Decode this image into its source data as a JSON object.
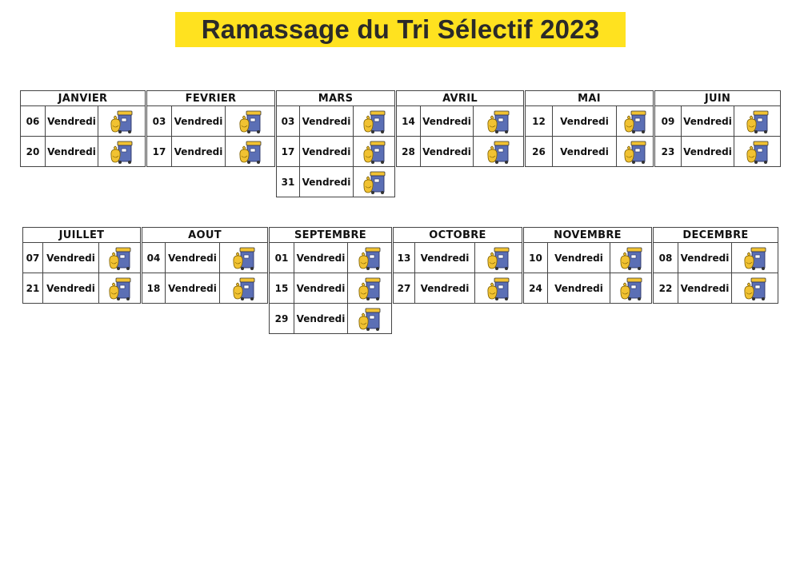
{
  "title": "Ramassage du Tri Sélectif 2023",
  "icon": "recycling-bin-icon",
  "colors": {
    "banner": "#ffe21f",
    "bin": "#5b6fb5",
    "bag": "#f1c232"
  },
  "months": [
    {
      "name": "JANVIER",
      "rows": [
        {
          "day": "06",
          "weekday": "Vendredi"
        },
        {
          "day": "20",
          "weekday": "Vendredi"
        }
      ]
    },
    {
      "name": "FEVRIER",
      "rows": [
        {
          "day": "03",
          "weekday": "Vendredi"
        },
        {
          "day": "17",
          "weekday": "Vendredi"
        }
      ]
    },
    {
      "name": "MARS",
      "rows": [
        {
          "day": "03",
          "weekday": "Vendredi"
        },
        {
          "day": "17",
          "weekday": "Vendredi"
        },
        {
          "day": "31",
          "weekday": "Vendredi"
        }
      ]
    },
    {
      "name": "AVRIL",
      "rows": [
        {
          "day": "14",
          "weekday": "Vendredi"
        },
        {
          "day": "28",
          "weekday": "Vendredi"
        }
      ]
    },
    {
      "name": "MAI",
      "rows": [
        {
          "day": "12",
          "weekday": "Vendredi"
        },
        {
          "day": "26",
          "weekday": "Vendredi"
        }
      ]
    },
    {
      "name": "JUIN",
      "rows": [
        {
          "day": "09",
          "weekday": "Vendredi"
        },
        {
          "day": "23",
          "weekday": "Vendredi"
        }
      ]
    },
    {
      "name": "JUILLET",
      "rows": [
        {
          "day": "07",
          "weekday": "Vendredi"
        },
        {
          "day": "21",
          "weekday": "Vendredi"
        }
      ]
    },
    {
      "name": "AOUT",
      "rows": [
        {
          "day": "04",
          "weekday": "Vendredi"
        },
        {
          "day": "18",
          "weekday": "Vendredi"
        }
      ]
    },
    {
      "name": "SEPTEMBRE",
      "rows": [
        {
          "day": "01",
          "weekday": "Vendredi"
        },
        {
          "day": "15",
          "weekday": "Vendredi"
        },
        {
          "day": "29",
          "weekday": "Vendredi"
        }
      ]
    },
    {
      "name": "OCTOBRE",
      "rows": [
        {
          "day": "13",
          "weekday": "Vendredi"
        },
        {
          "day": "27",
          "weekday": "Vendredi"
        }
      ]
    },
    {
      "name": "NOVEMBRE",
      "rows": [
        {
          "day": "10",
          "weekday": "Vendredi"
        },
        {
          "day": "24",
          "weekday": "Vendredi"
        }
      ]
    },
    {
      "name": "DECEMBRE",
      "rows": [
        {
          "day": "08",
          "weekday": "Vendredi"
        },
        {
          "day": "22",
          "weekday": "Vendredi"
        }
      ]
    }
  ]
}
